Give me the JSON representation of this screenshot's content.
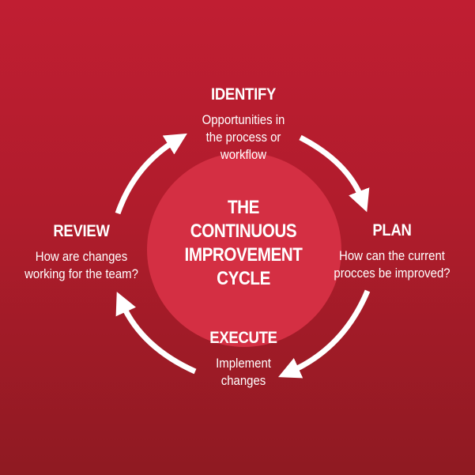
{
  "center": {
    "title_lines": [
      "THE",
      "CONTINUOUS",
      "IMPROVEMENT",
      "CYCLE"
    ]
  },
  "stages": {
    "identify": {
      "title": "IDENTIFY",
      "desc_lines": [
        "Opportunities in",
        "the process or",
        "workflow"
      ]
    },
    "plan": {
      "title": "PLAN",
      "desc_lines": [
        "How can the current",
        "procces be improved?"
      ]
    },
    "execute": {
      "title": "EXECUTE",
      "desc_lines": [
        "Implement",
        "changes"
      ]
    },
    "review": {
      "title": "REVIEW",
      "desc_lines": [
        "How are changes",
        "working for the team?"
      ]
    }
  },
  "colors": {
    "background_top": "#c01e32",
    "background_bottom": "#8f1a22",
    "center_circle": "#d42f43",
    "text": "#ffffff",
    "arrows": "#ffffff"
  },
  "icons": [
    "arrow-identify-to-plan-icon",
    "arrow-plan-to-execute-icon",
    "arrow-execute-to-review-icon",
    "arrow-review-to-identify-icon"
  ]
}
